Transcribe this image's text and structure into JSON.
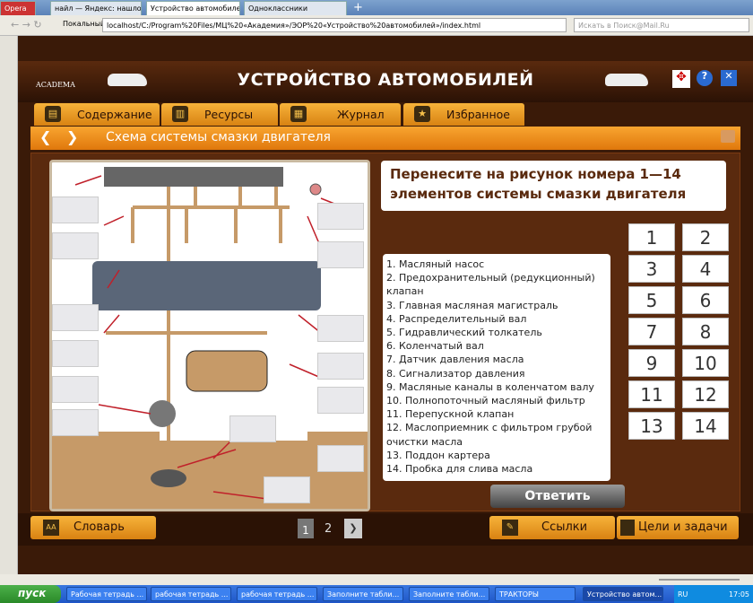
{
  "browser": {
    "tabs": [
      {
        "label": "Opera"
      },
      {
        "label": "найл — Яндекс: нашло..."
      },
      {
        "label": "Устройство автомобилей"
      },
      {
        "label": "Одноклассники"
      }
    ],
    "site_badge": "Покальный",
    "url": "localhost/C:/Program%20Files/МЦ%20«Академия»/ЭОР%20«Устройство%20автомобилей»/index.html",
    "search_placeholder": "Искать в Поиск@Mail.Ru"
  },
  "app": {
    "logo": "ACADEMA",
    "title": "УСТРОЙСТВО АВТОМОБИЛЕЙ",
    "menu": [
      {
        "label": "Содержание"
      },
      {
        "label": "Ресурсы"
      },
      {
        "label": "Журнал"
      },
      {
        "label": "Избранное"
      }
    ],
    "breadcrumb": "Схема системы смазки двигателя",
    "instruction": "Перенесите на рисунок номера 1—14 элементов системы смазки двигателя",
    "items": [
      "1. Масляный насос",
      "2. Предохранительный (редукционный) клапан",
      "3. Главная масляная магистраль",
      "4. Распределительный вал",
      "5. Гидравлический толкатель",
      "6. Коленчатый вал",
      "7. Датчик давления масла",
      "8. Сигнализатор давления",
      "9. Масляные каналы в коленчатом валу",
      "10. Полнопоточный масляный фильтр",
      "11. Перепускной клапан",
      "12. Маслоприемник с фильтром грубой очистки масла",
      "13. Поддон картера",
      "14. Пробка для слива масла"
    ],
    "numbers": [
      "1",
      "2",
      "3",
      "4",
      "5",
      "6",
      "7",
      "8",
      "9",
      "10",
      "11",
      "12",
      "13",
      "14"
    ],
    "answer_button": "Ответить",
    "bottom": {
      "glossary": "Словарь",
      "pages": [
        "1",
        "2"
      ],
      "current_page": 1,
      "links": "Ссылки",
      "goals": "Цели и задачи"
    }
  },
  "taskbar": {
    "start": "пуск",
    "items": [
      {
        "label": "Рабочая тетрадь ..."
      },
      {
        "label": "рабочая тетрадь ..."
      },
      {
        "label": "рабочая тетрадь ..."
      },
      {
        "label": "Заполните табли..."
      },
      {
        "label": "Заполните табли..."
      },
      {
        "label": "ТРАКТОРЫ"
      },
      {
        "label": "Устройство автом..."
      }
    ],
    "lang": "RU",
    "clock": "17:05"
  },
  "colors": {
    "accent": "#f0a030",
    "background": "#3a1a08",
    "label_line": "#c0202a"
  }
}
